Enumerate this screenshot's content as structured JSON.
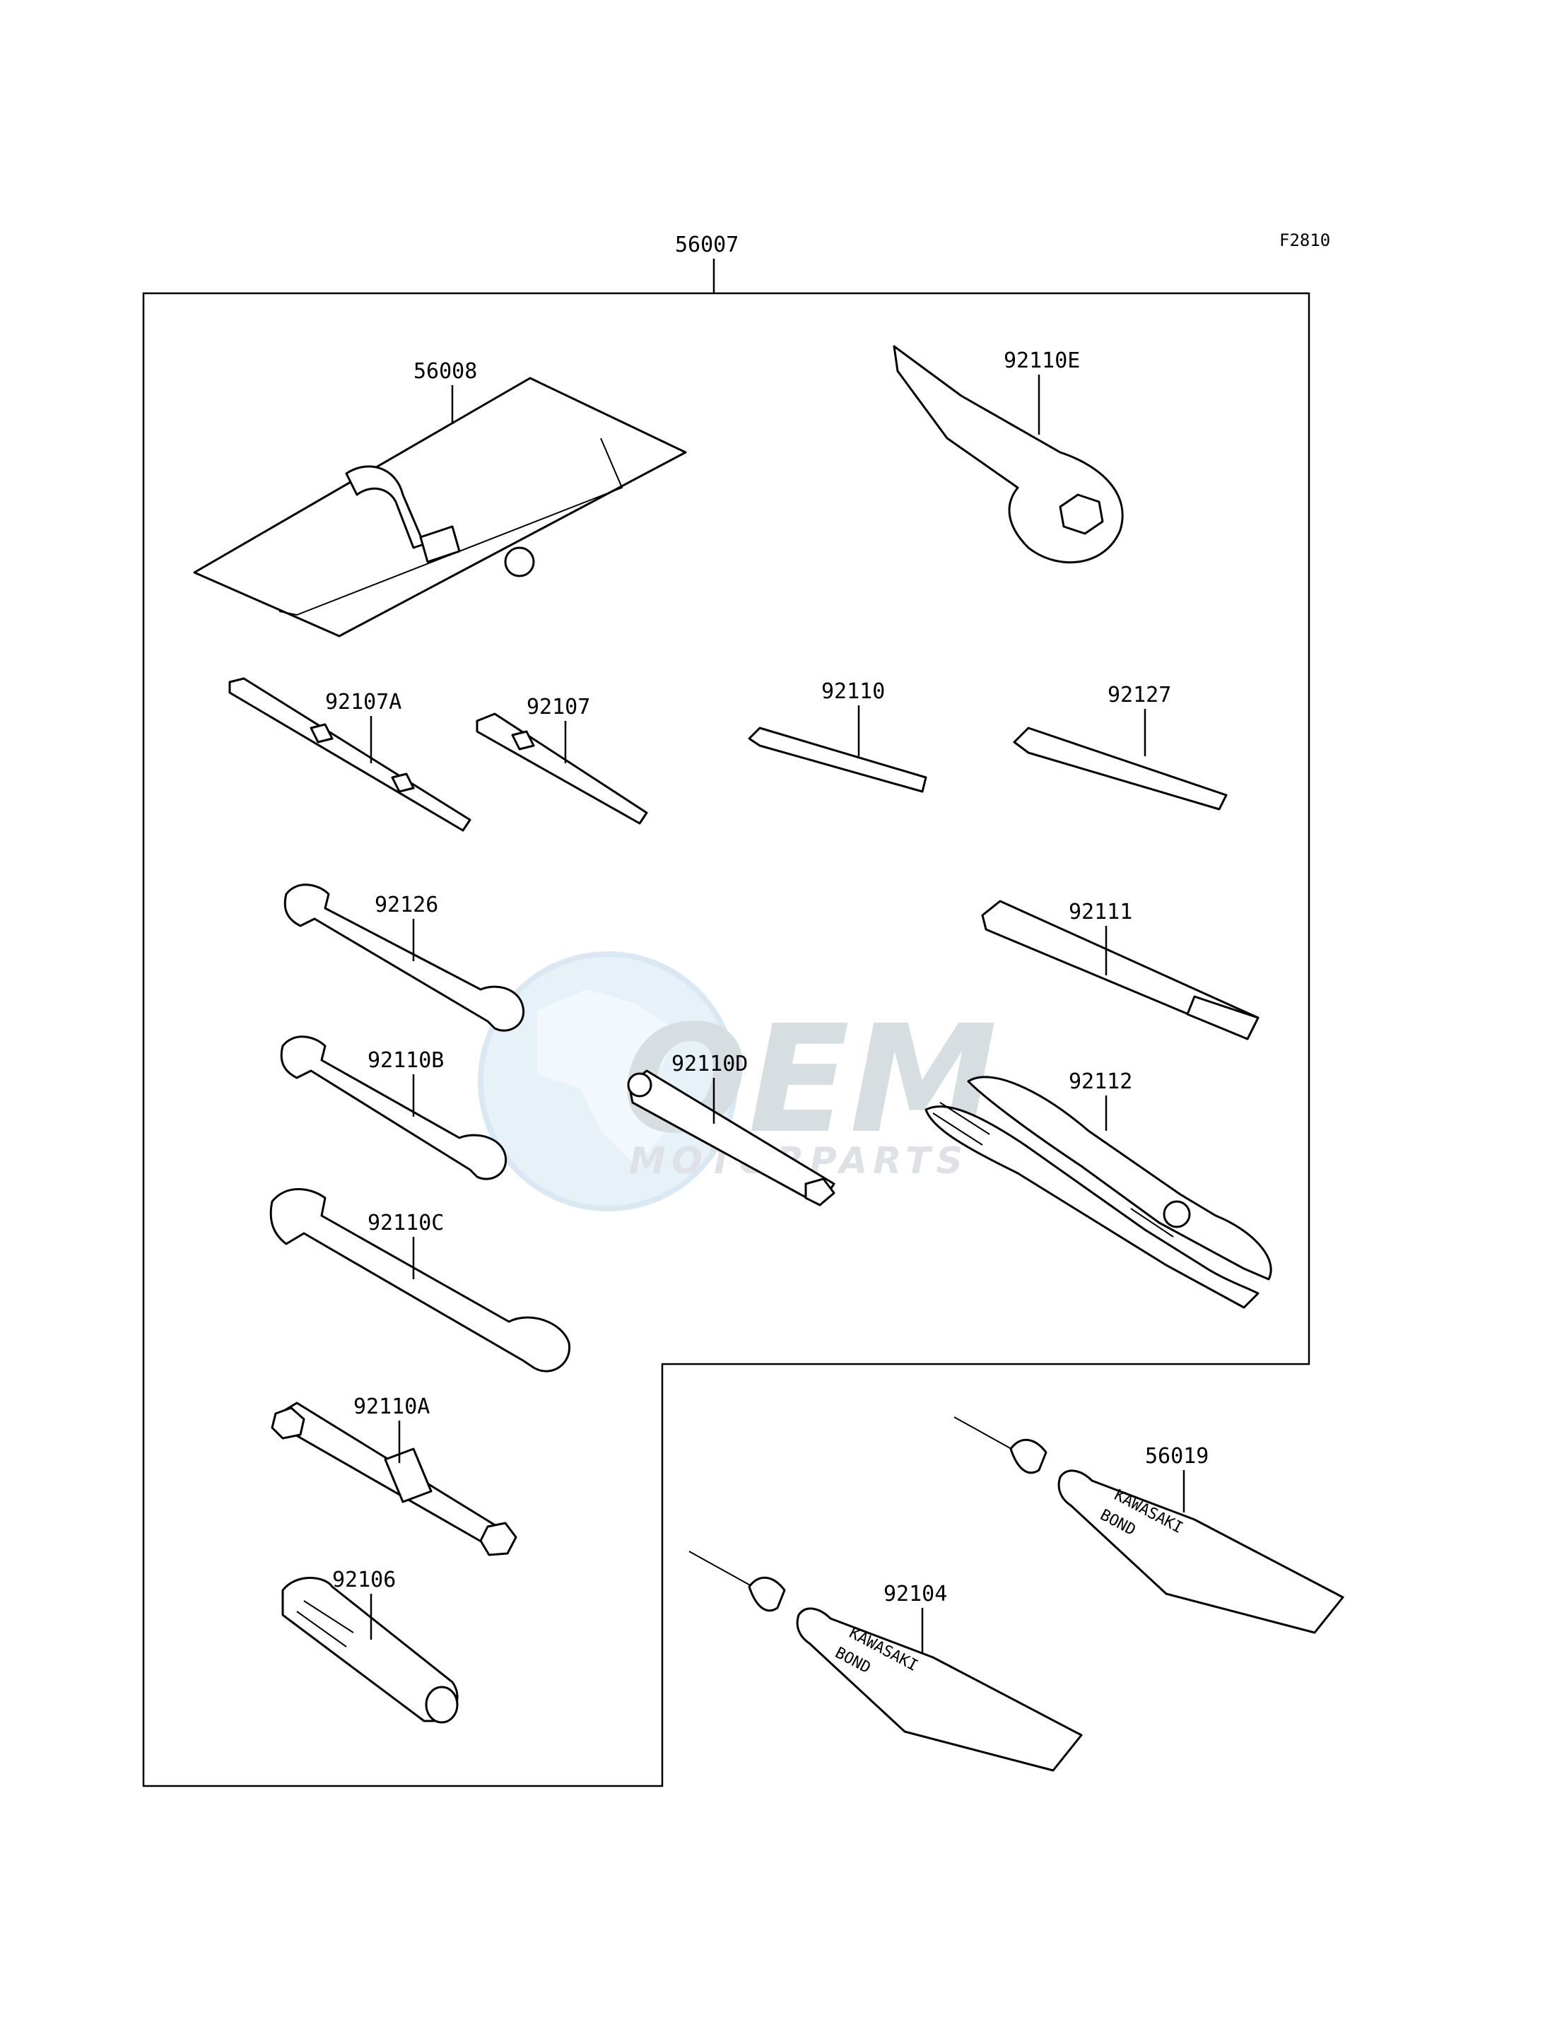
{
  "figure_code": "F2810",
  "kit_label": "56007",
  "parts": {
    "p56008": "56008",
    "p92110E": "92110E",
    "p92107A": "92107A",
    "p92107": "92107",
    "p92110": "92110",
    "p92127": "92127",
    "p92126": "92126",
    "p92111": "92111",
    "p92110B": "92110B",
    "p92110D": "92110D",
    "p92112": "92112",
    "p92110C": "92110C",
    "p92110A": "92110A",
    "p56019": "56019",
    "p92106": "92106",
    "p92104": "92104"
  },
  "tube_brand": "KAWASAKI",
  "tube_product": "BOND",
  "watermark": {
    "brand": "OEM",
    "sub": "MOTORPARTS",
    "color": "#c9def0"
  }
}
